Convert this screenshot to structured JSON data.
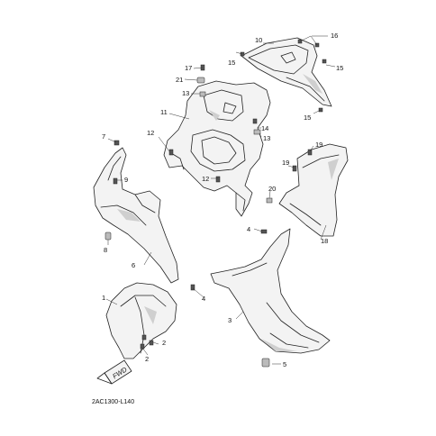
{
  "diagram": {
    "caption": "2AC1300-L140",
    "fwd_label": "FWD",
    "callouts": [
      {
        "id": "c1",
        "text": "1"
      },
      {
        "id": "c2a",
        "text": "2"
      },
      {
        "id": "c2b",
        "text": "2"
      },
      {
        "id": "c3",
        "text": "3"
      },
      {
        "id": "c4a",
        "text": "4"
      },
      {
        "id": "c4b",
        "text": "4"
      },
      {
        "id": "c5",
        "text": "5"
      },
      {
        "id": "c6",
        "text": "6"
      },
      {
        "id": "c7",
        "text": "7"
      },
      {
        "id": "c8",
        "text": "8"
      },
      {
        "id": "c9",
        "text": "9"
      },
      {
        "id": "c10",
        "text": "10"
      },
      {
        "id": "c11",
        "text": "11"
      },
      {
        "id": "c12a",
        "text": "12"
      },
      {
        "id": "c12b",
        "text": "12"
      },
      {
        "id": "c13a",
        "text": "13"
      },
      {
        "id": "c13b",
        "text": "13"
      },
      {
        "id": "c14",
        "text": "14"
      },
      {
        "id": "c15a",
        "text": "15"
      },
      {
        "id": "c15b",
        "text": "15"
      },
      {
        "id": "c15c",
        "text": "15"
      },
      {
        "id": "c16",
        "text": "16"
      },
      {
        "id": "c17",
        "text": "17"
      },
      {
        "id": "c18",
        "text": "18"
      },
      {
        "id": "c19",
        "text": "19"
      },
      {
        "id": "c20",
        "text": "20"
      },
      {
        "id": "c21",
        "text": "21"
      }
    ]
  }
}
